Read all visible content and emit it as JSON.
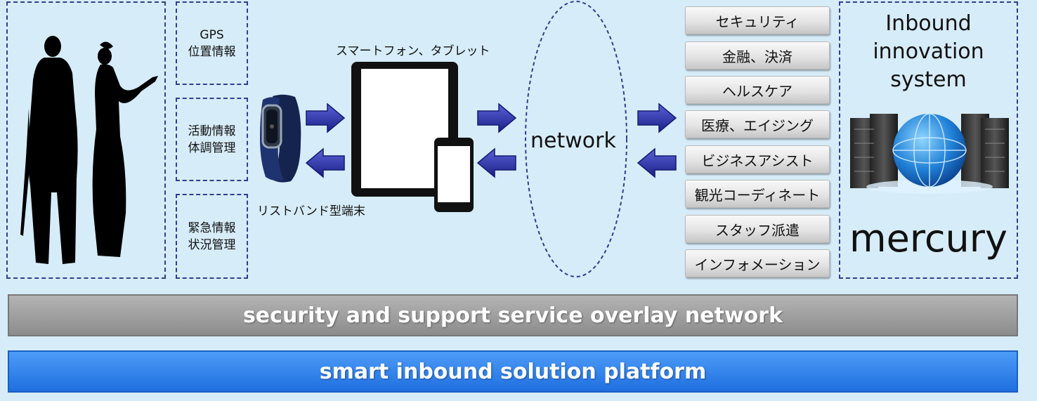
{
  "info_boxes": [
    {
      "line1": "GPS",
      "line2": "位置情報"
    },
    {
      "line1": "活動情報",
      "line2": "体調管理"
    },
    {
      "line1": "緊急情報",
      "line2": "状況管理"
    }
  ],
  "devices": {
    "smartphone_label": "スマートフォン、タブレット",
    "wristband_label": "リストバンド型端末"
  },
  "network_label": "network",
  "services": [
    "セキュリティ",
    "金融、決済",
    "ヘルスケア",
    "医療、エイジング",
    "ビジネスアシスト",
    "観光コーディネート",
    "スタッフ派遣",
    "インフォメーション"
  ],
  "system": {
    "title_line1": "Inbound",
    "title_line2": "innovation",
    "title_line3": "system",
    "name": "mercury"
  },
  "bars": {
    "overlay": "security and support service overlay network",
    "platform": "smart  inbound solution platform"
  },
  "colors": {
    "background": "#d6ecf8",
    "arrow": "#2b2fa0",
    "dash_border": "#2f3f8c",
    "overlay_bar": "#9a9a9a",
    "platform_bar": "#2f80ee"
  }
}
